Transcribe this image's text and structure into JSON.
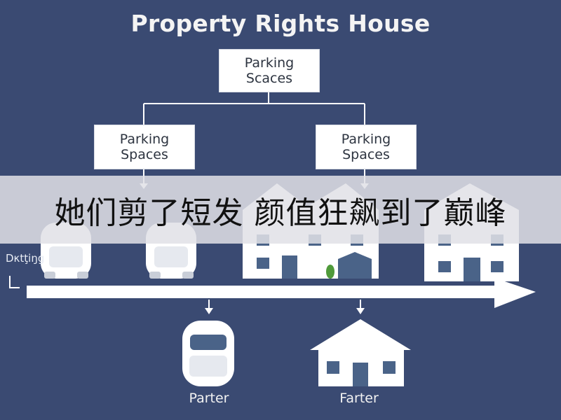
{
  "diagram": {
    "title": "Property Rights House",
    "top_box": "Parking\nScaces",
    "left_box": "Parking\nSpaces",
    "right_box": "Parking\nSpaces",
    "side_label": "Dκtţiŋg",
    "bottom_left_label": "Parter",
    "bottom_right_label": "Farter"
  },
  "overlay": {
    "caption": "她们剪了短发 颜值狂飙到了巅峰"
  },
  "colors": {
    "background": "#3a4a72",
    "box": "#ffffff",
    "accent_door": "#4a6388"
  }
}
